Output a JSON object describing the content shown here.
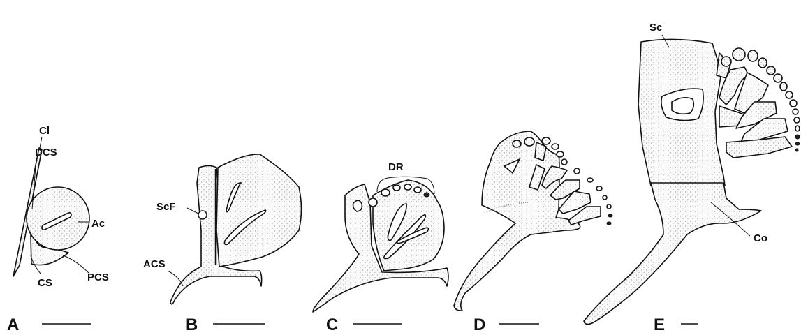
{
  "panels": {
    "A": {
      "letter": "A",
      "labels": {
        "cl": "Cl",
        "dcs": "DCS",
        "ac": "Ac",
        "cs": "CS",
        "pcs": "PCS"
      }
    },
    "B": {
      "letter": "B",
      "labels": {
        "scf": "ScF",
        "acs": "ACS"
      }
    },
    "C": {
      "letter": "C",
      "labels": {
        "dr": "DR"
      }
    },
    "D": {
      "letter": "D"
    },
    "E": {
      "letter": "E",
      "labels": {
        "sc": "Sc",
        "co": "Co"
      }
    }
  }
}
